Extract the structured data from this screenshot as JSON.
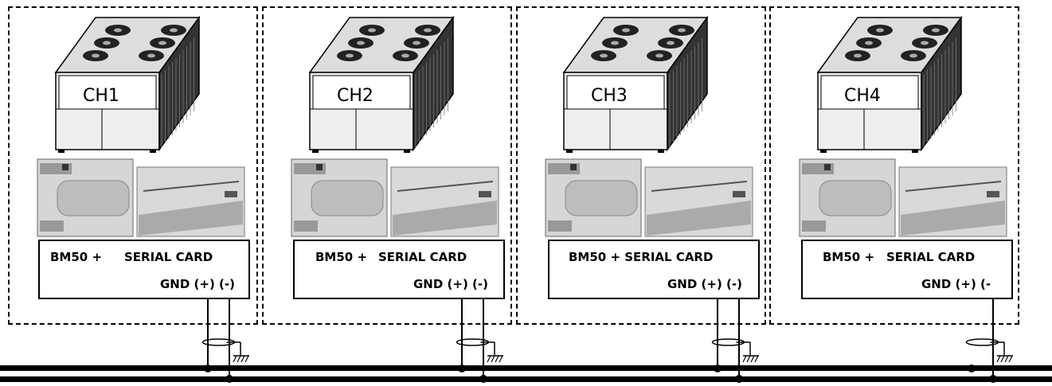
{
  "units": [
    {
      "label": "CH1",
      "model": "BM50 +",
      "card": "SERIAL CARD",
      "terminals": "GND (+) (-)"
    },
    {
      "label": "CH2",
      "model": "BM50 +",
      "card": "SERIAL CARD",
      "terminals": "GND (+) (-)"
    },
    {
      "label": "CH3",
      "model": "BM50 + SERIAL CARD",
      "card": "",
      "terminals": "GND (+) (-)"
    },
    {
      "label": "CH4",
      "model": "BM50 +",
      "card": "SERIAL CARD",
      "terminals": "GND (+) (-"
    }
  ],
  "icons": {
    "chiller": "chiller-unit-icon",
    "controller": "controller-board-icon",
    "serial_card": "serial-card-icon",
    "ground": "ground-icon",
    "shield": "cable-shield-icon"
  }
}
